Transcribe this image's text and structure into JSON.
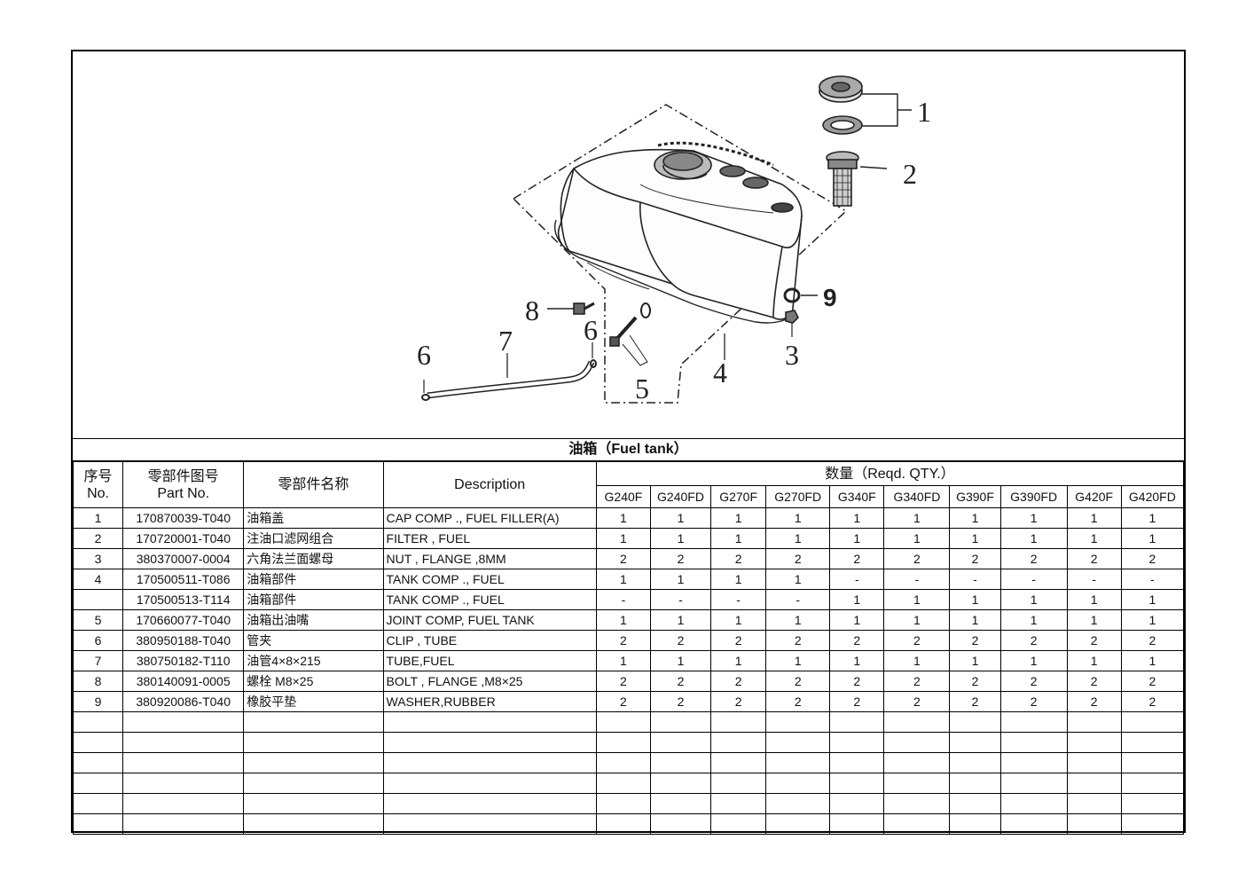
{
  "callouts": {
    "c1": "1",
    "c2": "2",
    "c3": "3",
    "c4": "4",
    "c5": "5",
    "c6a": "6",
    "c6b": "6",
    "c7": "7",
    "c8": "8",
    "c9": "9"
  },
  "table_title": "油箱（Fuel tank）",
  "headers": {
    "seq_cn": "序号",
    "seq_en": "No.",
    "part_cn": "零部件图号",
    "part_en": "Part No.",
    "name_cn": "零部件名称",
    "description": "Description",
    "qty": "数量（Reqd. QTY.）",
    "models": [
      "G240F",
      "G240FD",
      "G270F",
      "G270FD",
      "G340F",
      "G340FD",
      "G390F",
      "G390FD",
      "G420F",
      "G420FD"
    ]
  },
  "rows": [
    {
      "no": "1",
      "part": "170870039-T040",
      "name": "油箱盖",
      "desc": "CAP COMP ., FUEL FILLER(A)",
      "qty": [
        "1",
        "1",
        "1",
        "1",
        "1",
        "1",
        "1",
        "1",
        "1",
        "1"
      ]
    },
    {
      "no": "2",
      "part": "170720001-T040",
      "name": "注油口滤网组合",
      "desc": "FILTER , FUEL",
      "qty": [
        "1",
        "1",
        "1",
        "1",
        "1",
        "1",
        "1",
        "1",
        "1",
        "1"
      ]
    },
    {
      "no": "3",
      "part": "380370007-0004",
      "name": "六角法兰面螺母",
      "desc": "NUT , FLANGE ,8MM",
      "qty": [
        "2",
        "2",
        "2",
        "2",
        "2",
        "2",
        "2",
        "2",
        "2",
        "2"
      ]
    },
    {
      "no": "4",
      "part": "170500511-T086",
      "name": "油箱部件",
      "desc": "TANK COMP ., FUEL",
      "qty": [
        "1",
        "1",
        "1",
        "1",
        "-",
        "-",
        "-",
        "-",
        "-",
        "-"
      ]
    },
    {
      "no": "",
      "part": "170500513-T114",
      "name": "油箱部件",
      "desc": "TANK COMP ., FUEL",
      "qty": [
        "-",
        "-",
        "-",
        "-",
        "1",
        "1",
        "1",
        "1",
        "1",
        "1"
      ]
    },
    {
      "no": "5",
      "part": "170660077-T040",
      "name": "油箱出油嘴",
      "desc": "JOINT COMP, FUEL TANK",
      "qty": [
        "1",
        "1",
        "1",
        "1",
        "1",
        "1",
        "1",
        "1",
        "1",
        "1"
      ]
    },
    {
      "no": "6",
      "part": "380950188-T040",
      "name": "管夹",
      "desc": "CLIP , TUBE",
      "qty": [
        "2",
        "2",
        "2",
        "2",
        "2",
        "2",
        "2",
        "2",
        "2",
        "2"
      ]
    },
    {
      "no": "7",
      "part": "380750182-T110",
      "name": "油管4×8×215",
      "desc": "TUBE,FUEL",
      "qty": [
        "1",
        "1",
        "1",
        "1",
        "1",
        "1",
        "1",
        "1",
        "1",
        "1"
      ]
    },
    {
      "no": "8",
      "part": "380140091-0005",
      "name": "螺栓 M8×25",
      "desc": "BOLT , FLANGE ,M8×25",
      "qty": [
        "2",
        "2",
        "2",
        "2",
        "2",
        "2",
        "2",
        "2",
        "2",
        "2"
      ]
    },
    {
      "no": "9",
      "part": "380920086-T040",
      "name": "橡胶平垫",
      "desc": "WASHER,RUBBER",
      "qty": [
        "2",
        "2",
        "2",
        "2",
        "2",
        "2",
        "2",
        "2",
        "2",
        "2"
      ]
    }
  ],
  "blank_rows": 6
}
